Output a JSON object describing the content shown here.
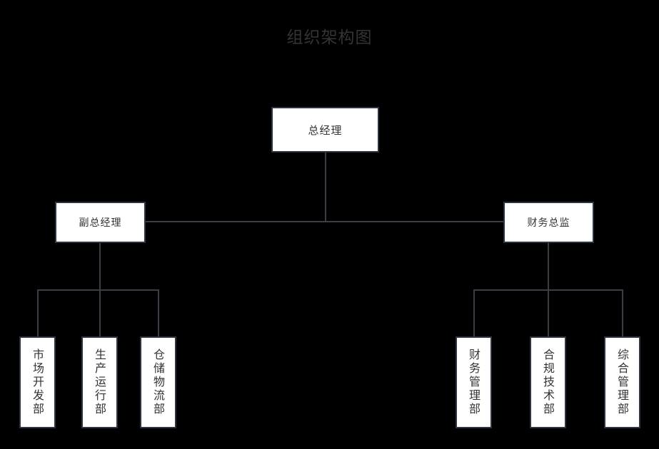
{
  "title": "组织架构图",
  "colors": {
    "background": "#000000",
    "node_fill": "#ffffff",
    "node_border": "#2b3440",
    "node_text": "#333333",
    "connector": "#3a3f47",
    "title_text": "#343434"
  },
  "chart_data": {
    "type": "diagram",
    "diagram_type": "organization-chart",
    "title": "组织架构图",
    "orientation": "top-down",
    "levels": 3,
    "nodes": [
      {
        "id": "root",
        "label": "总经理",
        "level": 1,
        "parent": null,
        "orientation": "horizontal"
      },
      {
        "id": "deputy-gm",
        "label": "副总经理",
        "level": 2,
        "parent": "root",
        "orientation": "horizontal"
      },
      {
        "id": "finance-director",
        "label": "财务总监",
        "level": 2,
        "parent": "root",
        "orientation": "horizontal"
      },
      {
        "id": "market-dev",
        "label": "市场开发部",
        "level": 3,
        "parent": "deputy-gm",
        "orientation": "vertical"
      },
      {
        "id": "production-ops",
        "label": "生产运行部",
        "level": 3,
        "parent": "deputy-gm",
        "orientation": "vertical"
      },
      {
        "id": "warehouse-logistics",
        "label": "仓储物流部",
        "level": 3,
        "parent": "deputy-gm",
        "orientation": "vertical"
      },
      {
        "id": "finance-mgmt",
        "label": "财务管理部",
        "level": 3,
        "parent": "finance-director",
        "orientation": "vertical"
      },
      {
        "id": "compliance-tech",
        "label": "合规技术部",
        "level": 3,
        "parent": "finance-director",
        "orientation": "vertical"
      },
      {
        "id": "general-admin",
        "label": "综合管理部",
        "level": 3,
        "parent": "finance-director",
        "orientation": "vertical"
      }
    ]
  },
  "nodes": {
    "root": {
      "label": "总经理"
    },
    "deputy_gm": {
      "label": "副总经理"
    },
    "finance_director": {
      "label": "财务总监"
    },
    "leaves_left": [
      {
        "label": "市场开发部"
      },
      {
        "label": "生产运行部"
      },
      {
        "label": "仓储物流部"
      }
    ],
    "leaves_right": [
      {
        "label": "财务管理部"
      },
      {
        "label": "合规技术部"
      },
      {
        "label": "综合管理部"
      }
    ]
  }
}
